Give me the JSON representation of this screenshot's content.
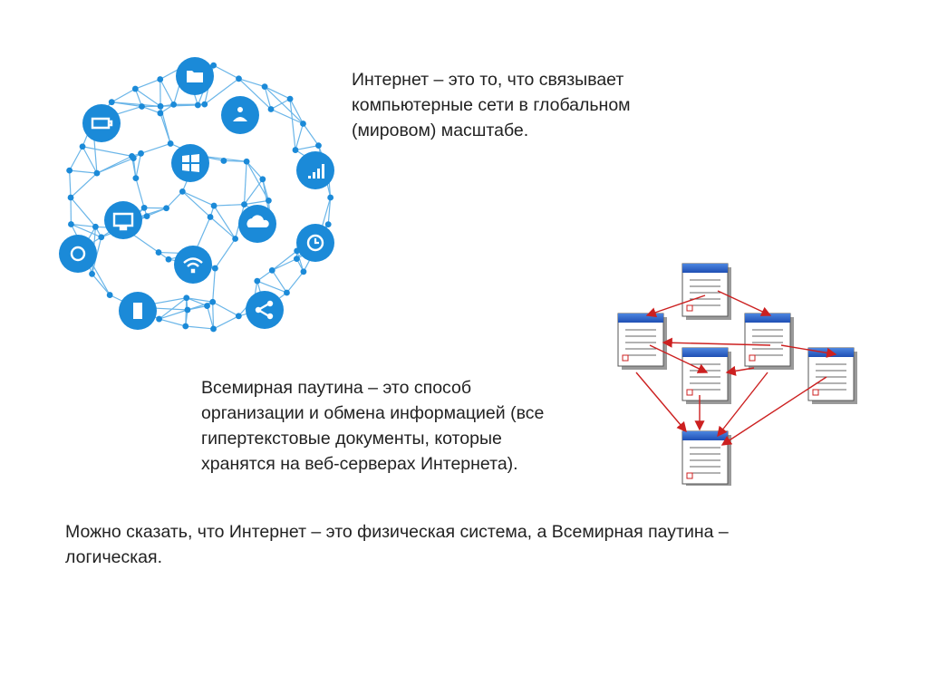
{
  "slide": {
    "internet_definition": {
      "lines": [
        "Интернет – это то, что связывает",
        "компьютерные сети в глобальном",
        "(мировом) масштабе."
      ]
    },
    "www_definition": {
      "lines": [
        "Всемирная паутина – это способ",
        "организации и обмена информацией (все",
        "гипертекстовые документы, которые",
        "хранятся на веб-серверах Интернета)."
      ]
    },
    "summary": {
      "lines": [
        "Можно сказать, что Интернет – это физическая система, а Всемирная паутина –",
        "логическая."
      ]
    }
  },
  "network_graphic": {
    "icons": [
      "folder-icon",
      "battery-icon",
      "users-icon",
      "windows-icon",
      "signal-bars-icon",
      "monitor-icon",
      "cloud-download-icon",
      "settings-gear-icon",
      "clock-icon",
      "wifi-icon",
      "phone-icon",
      "share-icon"
    ],
    "colors": {
      "node": "#1b8ad8",
      "line": "#5aaee6"
    }
  },
  "web_diagram": {
    "icons": [
      "document-icon",
      "hyperlink-arrow-icon"
    ],
    "colors": {
      "header": "#2460c8",
      "arrow": "#cc2020",
      "page": "#ffffff"
    }
  }
}
